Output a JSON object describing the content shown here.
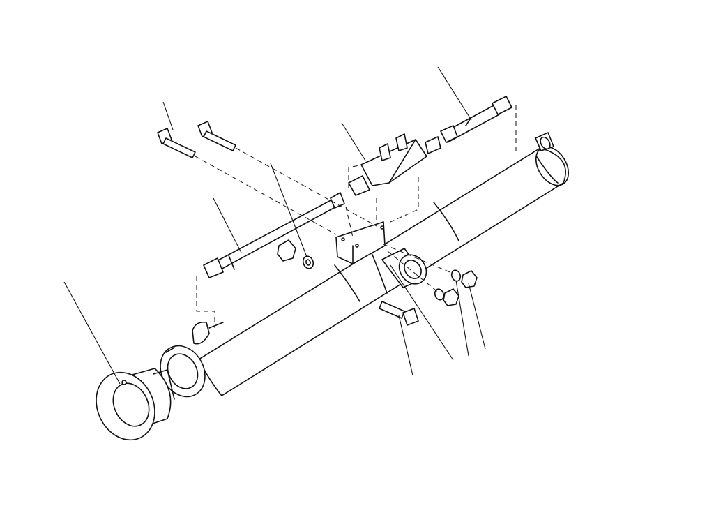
{
  "diagram": {
    "type": "exploded-parts-drawing",
    "background_color": "#ffffff",
    "line_color": "#111111",
    "parts": [
      {
        "id": "rod-eye",
        "icon": "rod-eye-icon"
      },
      {
        "id": "gland-nut",
        "icon": "gland-nut-icon"
      },
      {
        "id": "cylinder-barrel",
        "icon": "cylinder-barrel-icon"
      },
      {
        "id": "hydraulic-tube",
        "icon": "tube-icon"
      },
      {
        "id": "mounting-bolt-pair",
        "icon": "bolt-icon"
      },
      {
        "id": "nut-and-washer-left",
        "icon": "nut-icon"
      },
      {
        "id": "control-valve",
        "icon": "valve-icon"
      },
      {
        "id": "hose-assembly",
        "icon": "hose-icon"
      },
      {
        "id": "mounting-plate",
        "icon": "plate-icon"
      },
      {
        "id": "trunnion",
        "icon": "trunnion-icon"
      },
      {
        "id": "lower-bolt",
        "icon": "bolt-icon"
      },
      {
        "id": "nuts-and-washers-right",
        "icon": "nut-icon"
      }
    ],
    "leader_count": 10,
    "callout_labels": []
  }
}
